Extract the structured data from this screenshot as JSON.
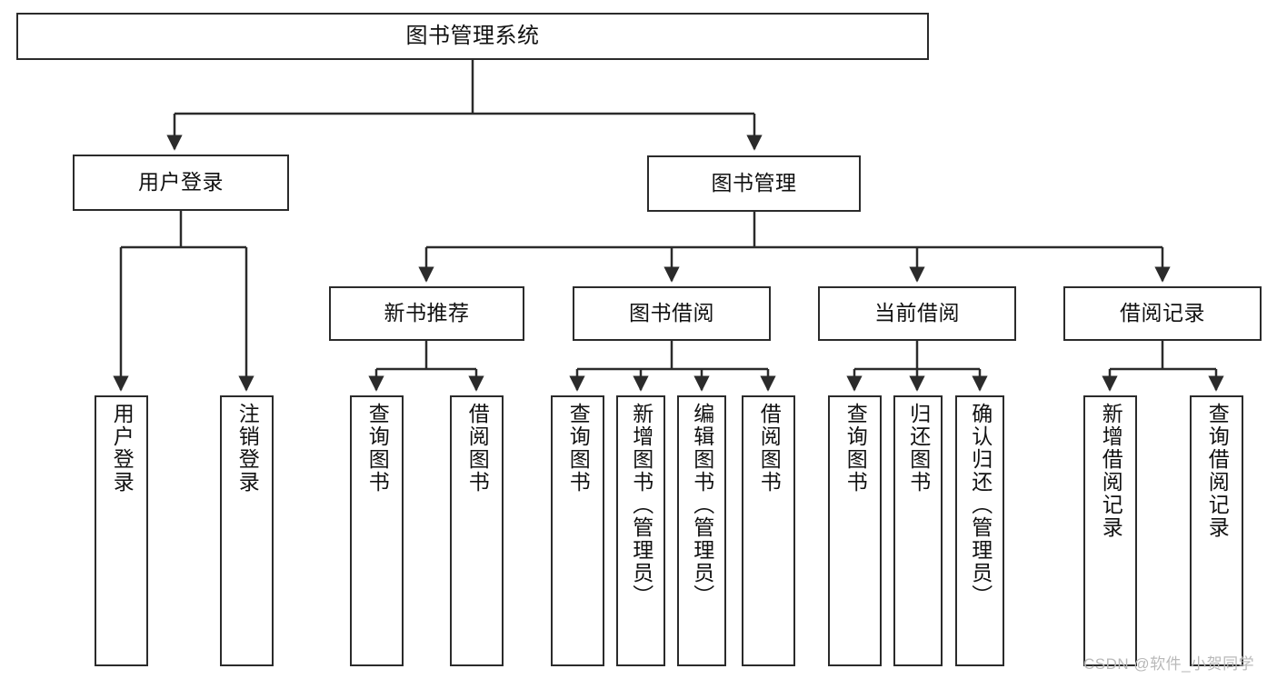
{
  "diagram": {
    "title": "图书管理系统",
    "type": "tree-hierarchy",
    "watermark": "CSDN @软件_小贺同学"
  },
  "nodes": {
    "root": {
      "label": "图书管理系统"
    },
    "level2": [
      {
        "label": "用户登录"
      },
      {
        "label": "图书管理"
      }
    ],
    "level3": [
      {
        "label": "新书推荐"
      },
      {
        "label": "图书借阅"
      },
      {
        "label": "当前借阅"
      },
      {
        "label": "借阅记录"
      }
    ],
    "leaves": {
      "user_login": [
        {
          "label": "用户登录"
        },
        {
          "label": "注销登录"
        }
      ],
      "new_book": [
        {
          "label": "查询图书"
        },
        {
          "label": "借阅图书"
        }
      ],
      "book_borrow": [
        {
          "label": "查询图书"
        },
        {
          "label": "新增图书（管理员）"
        },
        {
          "label": "编辑图书（管理员）"
        },
        {
          "label": "借阅图书"
        }
      ],
      "current_borrow": [
        {
          "label": "查询图书"
        },
        {
          "label": "归还图书"
        },
        {
          "label": "确认归还（管理员）"
        }
      ],
      "borrow_record": [
        {
          "label": "新增借阅记录"
        },
        {
          "label": "查询借阅记录"
        }
      ]
    }
  },
  "colors": {
    "stroke": "#2b2b2b",
    "fill": "#ffffff",
    "text": "#111111",
    "watermark": "#b9b9b9"
  }
}
